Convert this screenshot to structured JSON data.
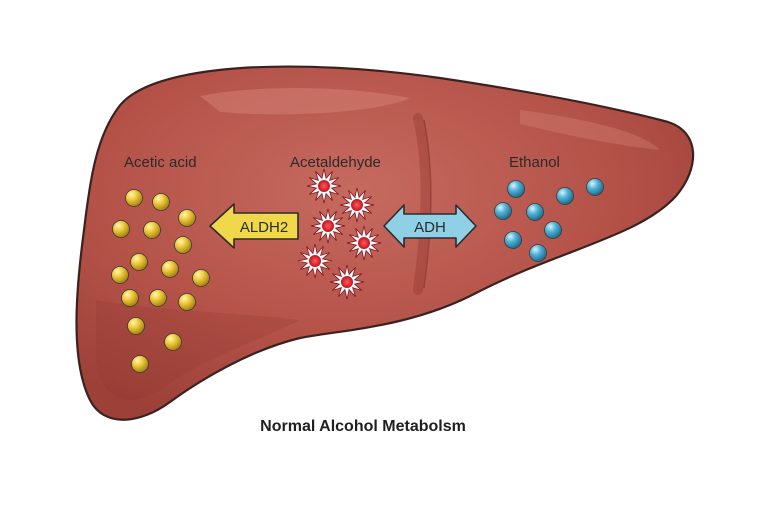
{
  "diagram": {
    "caption": "Normal Alcohol Metabolsm",
    "compounds": {
      "acetic_acid": "Acetic acid",
      "acetaldehyde": "Acetaldehyde",
      "ethanol": "Ethanol"
    },
    "enzymes": {
      "aldh2": "ALDH2",
      "adh": "ADH"
    },
    "counts": {
      "acetic_acid_molecules": 16,
      "acetaldehyde_molecules": 6,
      "ethanol_molecules": 8
    },
    "colors": {
      "liver": "#b45248",
      "liver_outline": "#3a2220",
      "acetic_acid": "#e8c63a",
      "acetaldehyde": "#d9232e",
      "ethanol": "#4fb2d6",
      "aldh2_arrow": "#f0d84a",
      "adh_arrow": "#8fd0e6"
    }
  }
}
